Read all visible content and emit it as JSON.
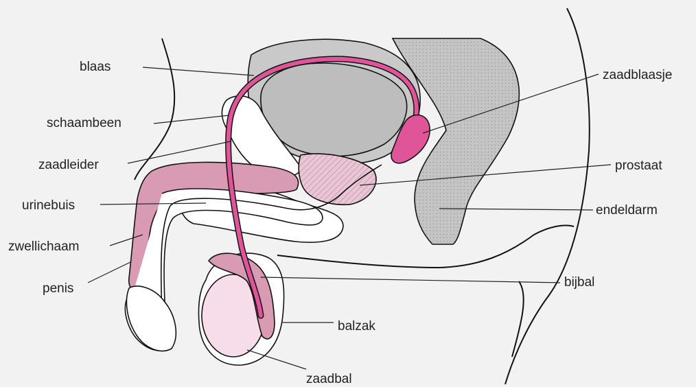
{
  "colors": {
    "background": "#f2f2f2",
    "organ_gray": "#bdbdbd",
    "pink_dark": "#e0559a",
    "pink_mid": "#d99ab4",
    "pink_light": "#f6dde9",
    "white_tissue": "#ffffff",
    "outline": "#111111"
  },
  "labels": {
    "blaas": "blaas",
    "schaambeen": "schaambeen",
    "zaadleider": "zaadleider",
    "urinebuis": "urinebuis",
    "zwellichaam": "zwellichaam",
    "penis": "penis",
    "zaadblaasje": "zaadblaasje",
    "prostaat": "prostaat",
    "endeldarm": "endeldarm",
    "bijbal": "bijbal",
    "balzak": "balzak",
    "zaadbal": "zaadbal"
  }
}
